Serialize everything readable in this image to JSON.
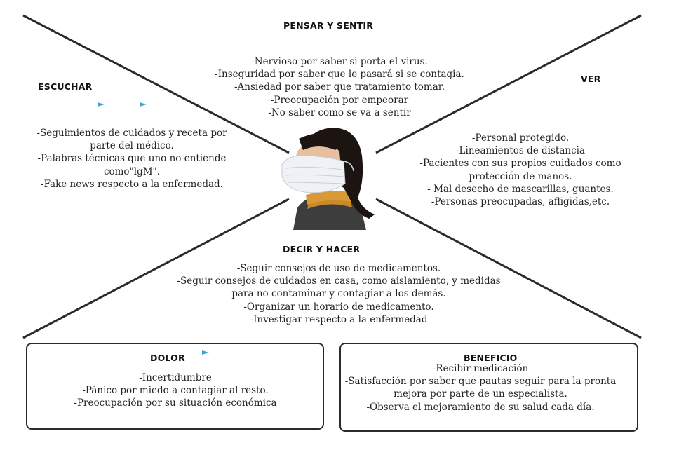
{
  "colors": {
    "line": "#2a2a2a",
    "arrow": "#3fa0d8",
    "scarf": "#c98a2a",
    "coat": "#3d3d3d",
    "mask": "#eef1f5"
  },
  "center_image": {
    "icon": "person-with-mask-photo"
  },
  "pensar_sentir": {
    "title": "PENSAR Y SENTIR",
    "items": [
      "-Nervioso por saber si porta el virus.",
      "-Inseguridad por saber que le pasará si se contagia.",
      "-Ansiedad por saber que tratamiento tomar.",
      "-Preocupación por empeorar",
      "-No saber como se va a sentir"
    ]
  },
  "escuchar": {
    "title": "ESCUCHAR",
    "items": [
      "-Seguimientos de cuidados y receta por",
      "parte del médico.",
      "-Palabras técnicas que uno no entiende",
      "como\"lgM\".",
      "-Fake news respecto a la enfermedad."
    ]
  },
  "ver": {
    "title": "VER",
    "items": [
      "-Personal protegido.",
      "-Lineamientos de  distancia",
      "-Pacientes con sus propios cuidados como",
      "protección de manos.",
      "- Mal desecho de mascarillas, guantes.",
      "-Personas preocupadas, afligidas,etc."
    ]
  },
  "decir_hacer": {
    "title": "DECIR Y HACER",
    "items": [
      "-Seguir consejos de uso de medicamentos.",
      "-Seguir consejos de cuidados  en casa, como aislamiento, y medidas",
      "para no contaminar y contagiar a los demás.",
      "-Organizar un horario de medicamento.",
      "-Investigar respecto a la enfermedad"
    ]
  },
  "dolor": {
    "title": "DOLOR",
    "items": [
      "-Incertidumbre",
      "-Pánico por miedo a contagiar al resto.",
      "-Preocupación por su situación económica"
    ]
  },
  "beneficio": {
    "title": "BENEFICIO",
    "items": [
      "-Recibir medicación",
      "-Satisfacción por saber que pautas seguir para la pronta",
      "mejora por parte de un especialista.",
      "-Observa el mejoramiento de su salud cada día."
    ]
  }
}
